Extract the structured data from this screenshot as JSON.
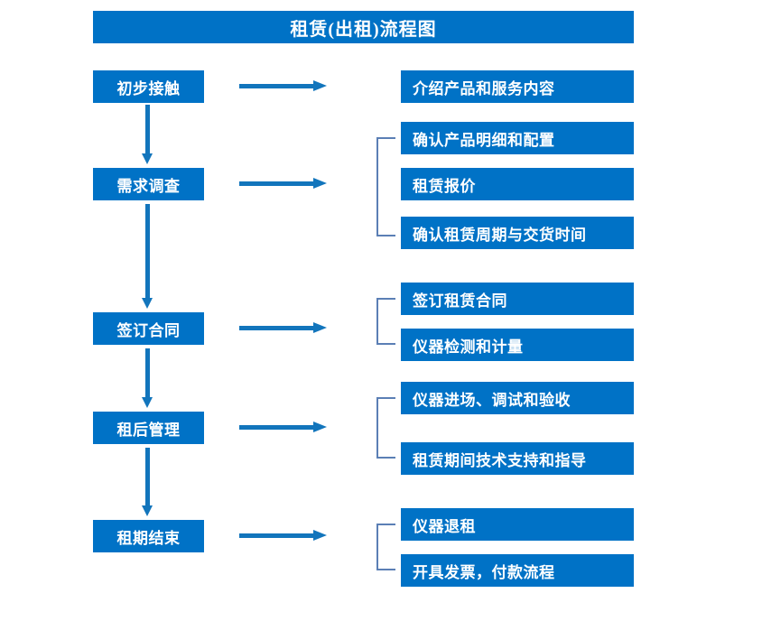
{
  "title": "租赁(出租)流程图",
  "colors": {
    "box_fill": "#0072C6",
    "box_text": "#FFFFFF",
    "arrow": "#1275BC",
    "bracket": "#5B7FB5",
    "background": "#FFFFFF"
  },
  "stages": [
    {
      "label": "初步接触"
    },
    {
      "label": "需求调查"
    },
    {
      "label": "签订合同"
    },
    {
      "label": "租后管理"
    },
    {
      "label": "租期结束"
    }
  ],
  "details": [
    {
      "label": "介绍产品和服务内容"
    },
    {
      "label": "确认产品明细和配置"
    },
    {
      "label": "租赁报价"
    },
    {
      "label": "确认租赁周期与交货时间"
    },
    {
      "label": "签订租赁合同"
    },
    {
      "label": "仪器检测和计量"
    },
    {
      "label": "仪器进场、调试和验收"
    },
    {
      "label": "租赁期间技术支持和指导"
    },
    {
      "label": "仪器退租"
    },
    {
      "label": "开具发票，付款流程"
    }
  ],
  "chart_data": {
    "type": "diagram",
    "title": "租赁(出租)流程图",
    "orientation": "vertical-with-branches",
    "nodes": [
      {
        "stage": "初步接触",
        "details": [
          "介绍产品和服务内容"
        ],
        "grouped": false
      },
      {
        "stage": "需求调查",
        "details": [
          "确认产品明细和配置",
          "租赁报价",
          "确认租赁周期与交货时间"
        ],
        "grouped": true
      },
      {
        "stage": "签订合同",
        "details": [
          "签订租赁合同",
          "仪器检测和计量"
        ],
        "grouped": true
      },
      {
        "stage": "租后管理",
        "details": [
          "仪器进场、调试和验收",
          "租赁期间技术支持和指导"
        ],
        "grouped": true
      },
      {
        "stage": "租期结束",
        "details": [
          "仪器退租",
          "开具发票，付款流程"
        ],
        "grouped": true
      }
    ],
    "edges": [
      {
        "from": "初步接触",
        "to": "需求调查",
        "kind": "vertical-arrow"
      },
      {
        "from": "需求调查",
        "to": "签订合同",
        "kind": "vertical-arrow"
      },
      {
        "from": "签订合同",
        "to": "租后管理",
        "kind": "vertical-arrow"
      },
      {
        "from": "租后管理",
        "to": "租期结束",
        "kind": "vertical-arrow"
      },
      {
        "from": "初步接触",
        "to": "介绍产品和服务内容",
        "kind": "horizontal-arrow"
      },
      {
        "from": "需求调查",
        "to": "确认产品明细和配置",
        "kind": "horizontal-arrow"
      },
      {
        "from": "签订合同",
        "to": "签订租赁合同",
        "kind": "horizontal-arrow"
      },
      {
        "from": "租后管理",
        "to": "仪器进场、调试和验收",
        "kind": "horizontal-arrow"
      },
      {
        "from": "租期结束",
        "to": "仪器退租",
        "kind": "horizontal-arrow"
      }
    ]
  }
}
